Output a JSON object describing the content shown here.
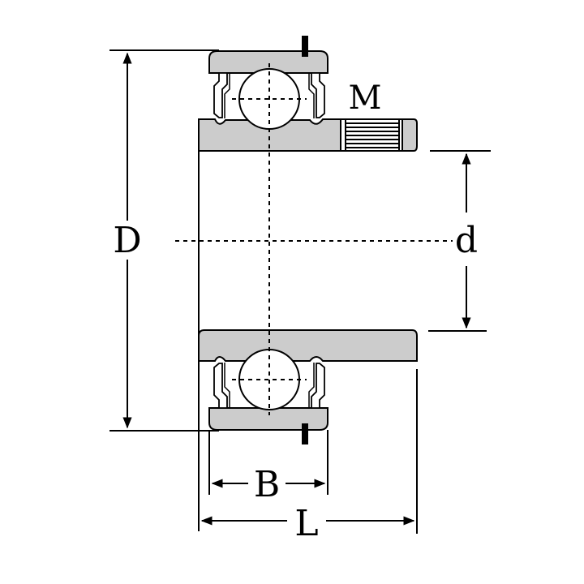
{
  "labels": {
    "outer_diameter": "D",
    "bore": "d",
    "width": "B",
    "length": "L",
    "set_screw": "M"
  },
  "colors": {
    "fill": "#cccccc",
    "stroke": "#000000",
    "background": "#ffffff"
  }
}
